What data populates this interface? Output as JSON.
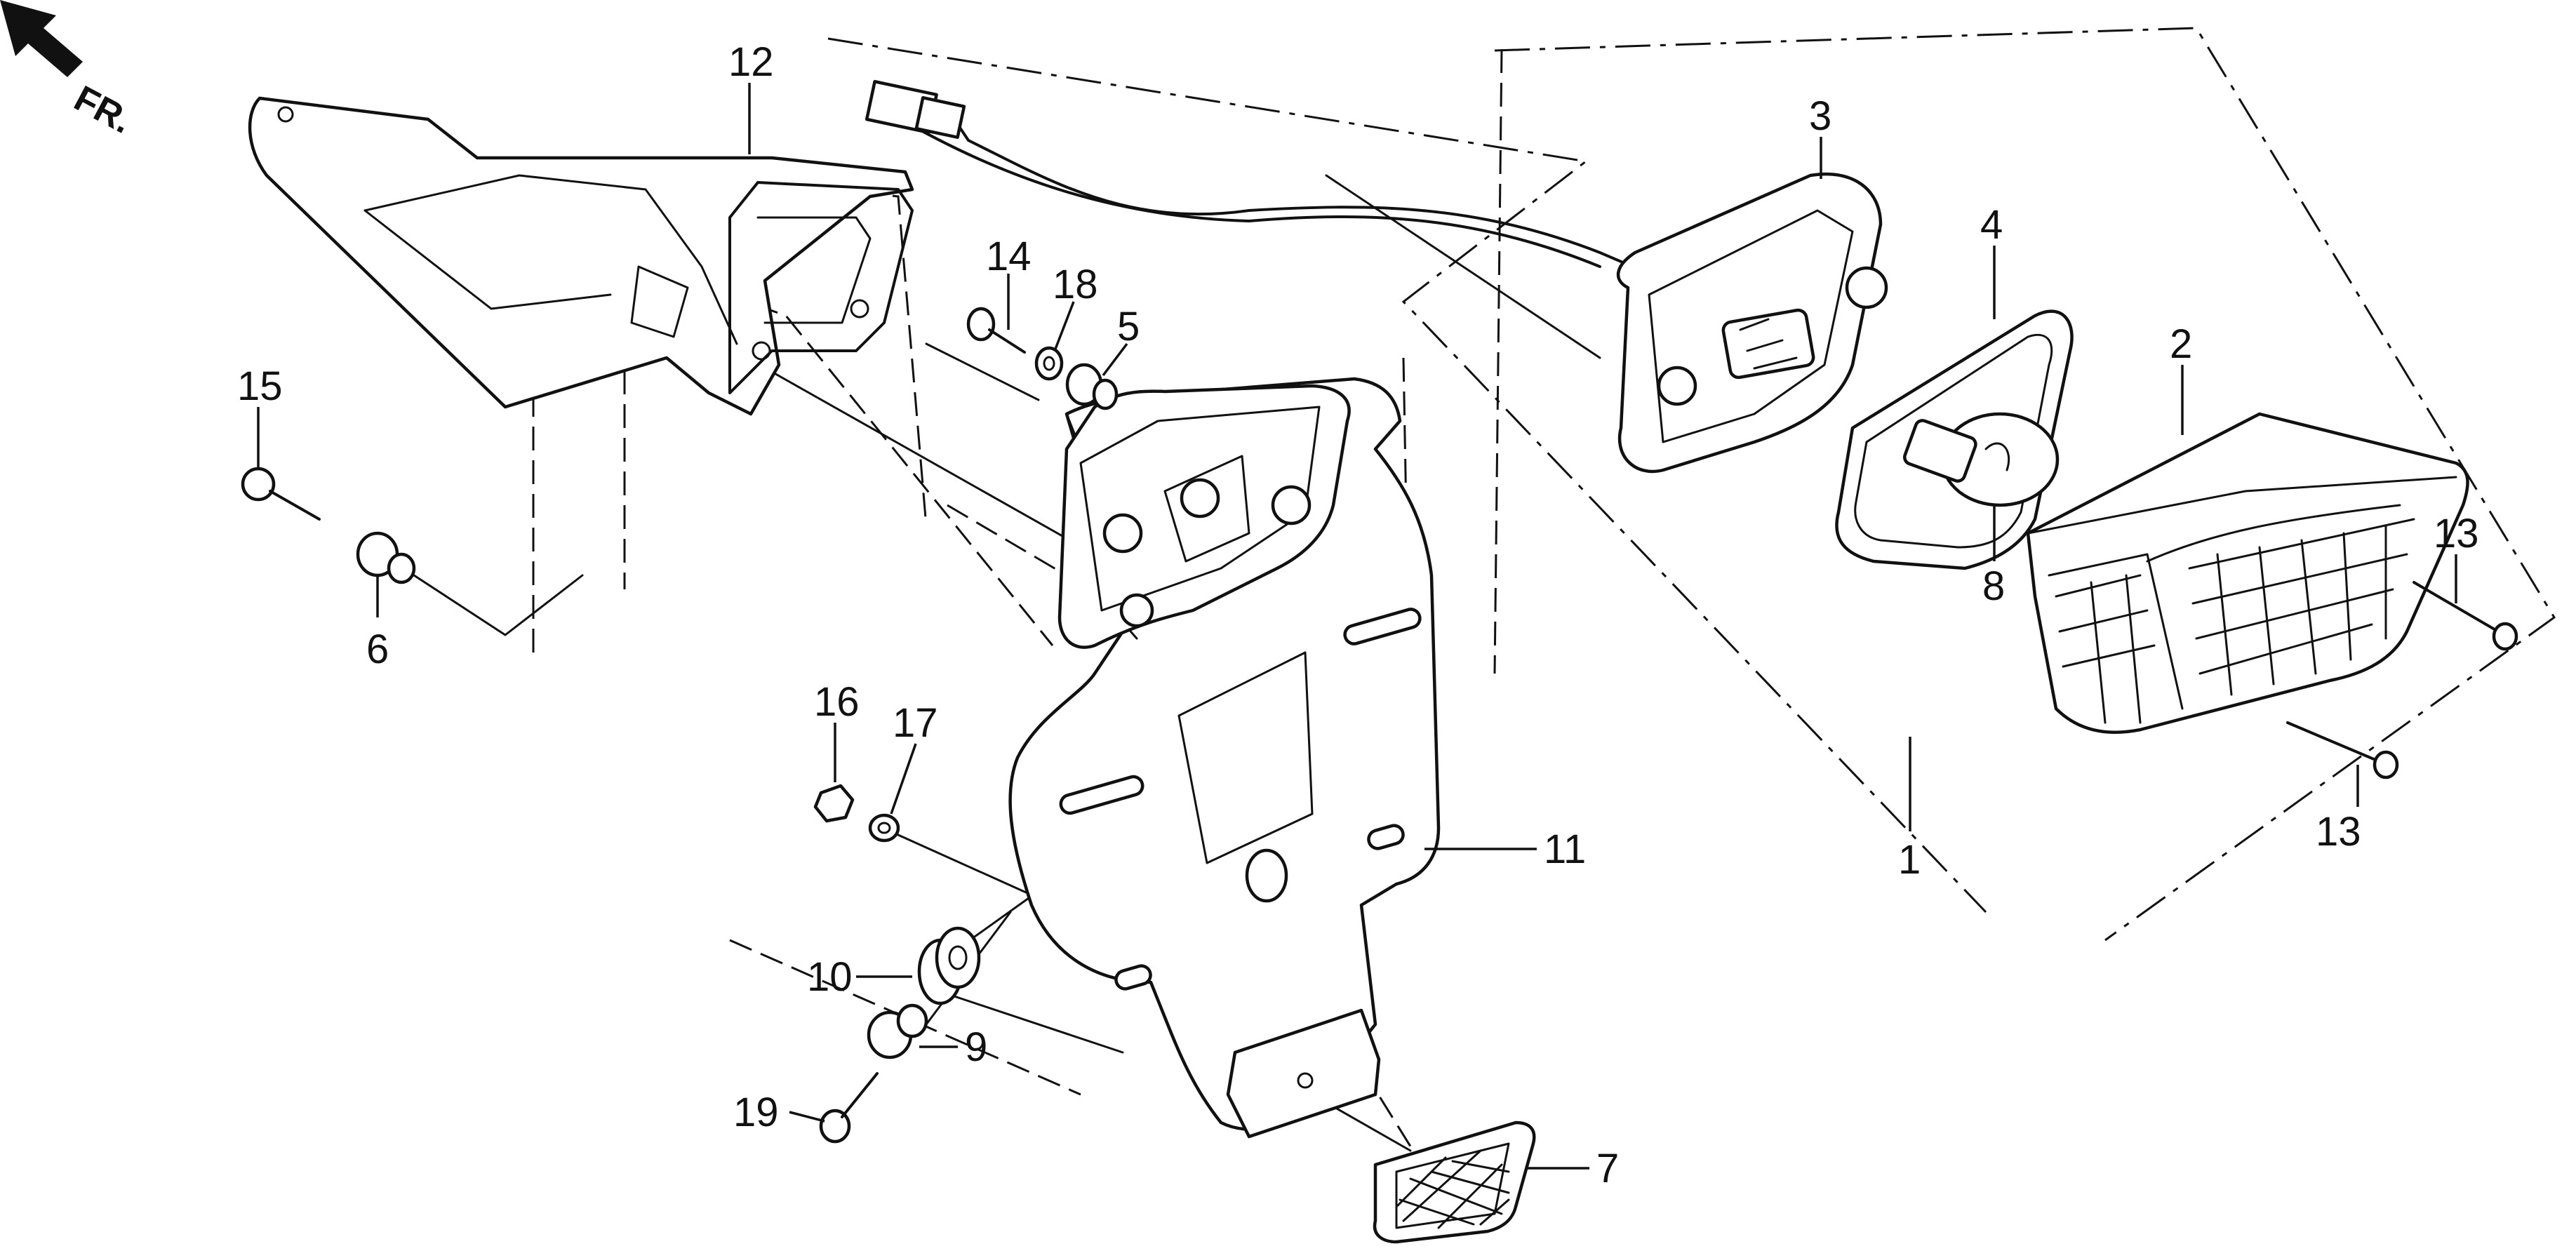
{
  "direction_label": "FR.",
  "callouts": {
    "c1": "1",
    "c2": "2",
    "c3": "3",
    "c4": "4",
    "c5": "5",
    "c6": "6",
    "c7": "7",
    "c8": "8",
    "c9": "9",
    "c10": "10",
    "c11": "11",
    "c12": "12",
    "c13a": "13",
    "c13b": "13",
    "c14": "14",
    "c15": "15",
    "c16": "16",
    "c17": "17",
    "c18": "18",
    "c19": "19"
  }
}
